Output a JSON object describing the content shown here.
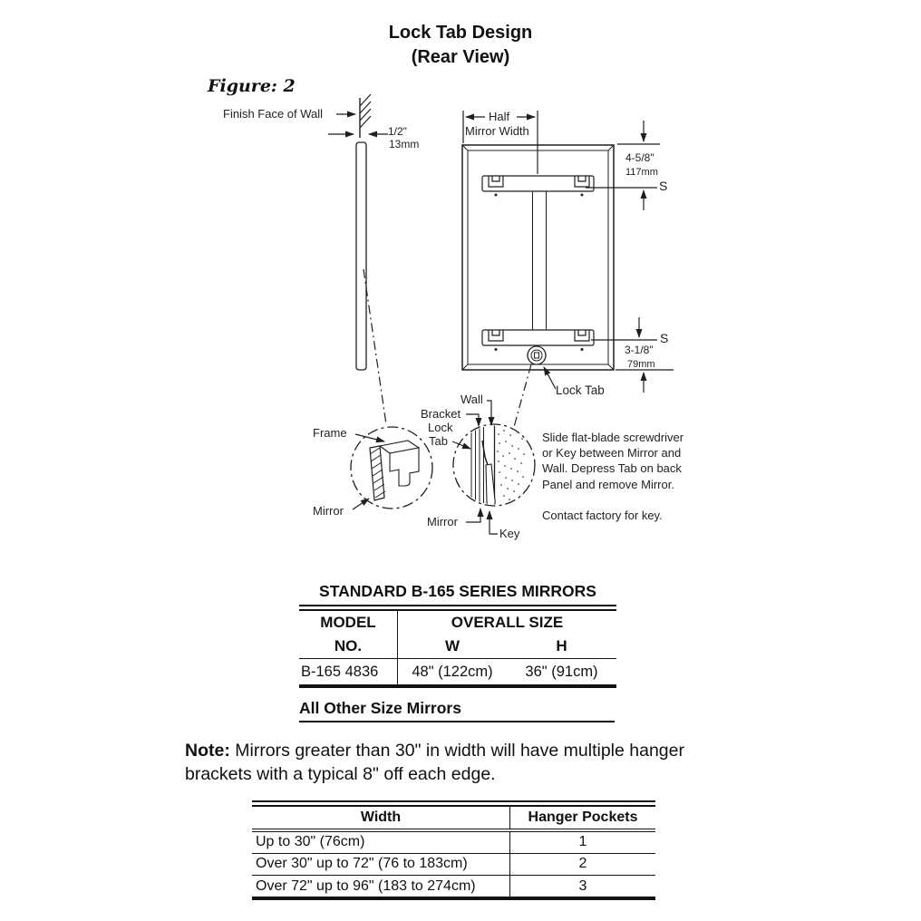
{
  "ink": "#1f1f1f",
  "title": {
    "line1": "Lock Tab Design",
    "line2": "(Rear View)"
  },
  "figure_label": "Figure: 2",
  "diagram": {
    "labels": {
      "finish_face_of_wall": "Finish Face of Wall",
      "thickness_in": "1/2\"",
      "thickness_mm": "13mm",
      "half": "Half",
      "mirror_width": "Mirror Width",
      "dim_top_in": "4-5/8\"",
      "dim_top_mm": "117mm",
      "s_top": "S",
      "s_bottom": "S",
      "dim_bottom_in": "3-1/8\"",
      "dim_bottom_mm": "79mm",
      "lock_tab": "Lock Tab",
      "frame": "Frame",
      "mirror_left": "Mirror",
      "wall": "Wall",
      "bracket": "Bracket",
      "lock": "Lock",
      "tab": "Tab",
      "mirror_mid": "Mirror",
      "key": "Key"
    },
    "instructions": "Slide flat-blade screwdriver\nor Key between Mirror and\nWall. Depress Tab on back\nPanel and remove Mirror.",
    "contact": "Contact factory for key."
  },
  "standard_table": {
    "title": "STANDARD B-165 SERIES MIRRORS",
    "col_model_line1": "MODEL",
    "col_model_line2": "NO.",
    "col_overall": "OVERALL SIZE",
    "col_w": "W",
    "col_h": "H",
    "rows": [
      {
        "model": "B-165 4836",
        "w": "48\" (122cm)",
        "h": "36\" (91cm)"
      }
    ]
  },
  "other_sizes_heading": "All Other Size Mirrors",
  "note": {
    "label": "Note:",
    "text": " Mirrors greater than 30\" in width will have multiple hanger brackets with a typical 8\" off each edge."
  },
  "hanger_table": {
    "col_width": "Width",
    "col_pockets": "Hanger Pockets",
    "rows": [
      {
        "width": "Up to 30\" (76cm)",
        "pockets": "1"
      },
      {
        "width": "Over 30\" up to 72\" (76 to 183cm)",
        "pockets": "2"
      },
      {
        "width": "Over 72\" up to 96\" (183 to 274cm)",
        "pockets": "3"
      }
    ]
  }
}
